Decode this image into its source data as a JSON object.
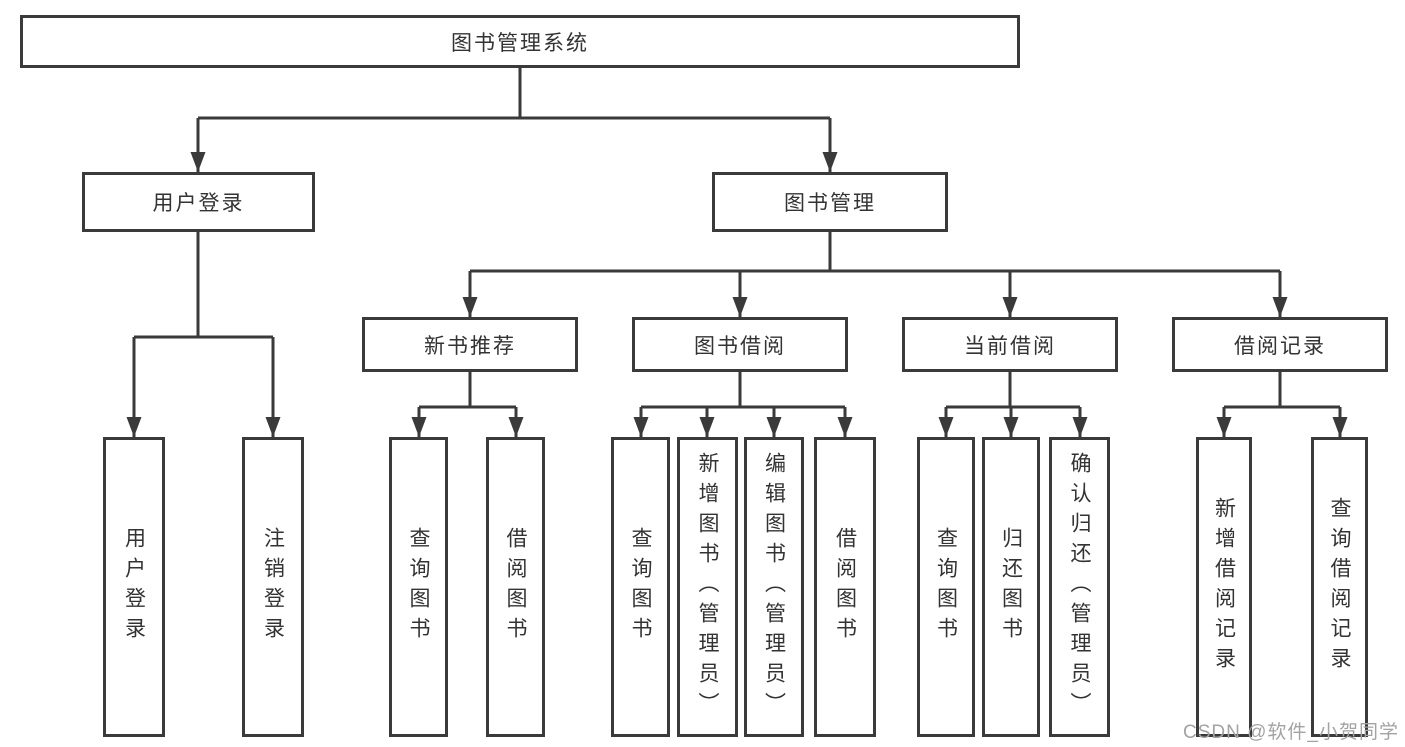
{
  "tree": {
    "root": {
      "label": "图书管理系统"
    },
    "branches": [
      {
        "label": "用户登录",
        "children": [
          {
            "label": "用户登录"
          },
          {
            "label": "注销登录"
          }
        ]
      },
      {
        "label": "图书管理",
        "children": [
          {
            "label": "新书推荐",
            "children": [
              {
                "label": "查询图书"
              },
              {
                "label": "借阅图书"
              }
            ]
          },
          {
            "label": "图书借阅",
            "children": [
              {
                "label": "查询图书"
              },
              {
                "label": "新增图书（管理员）"
              },
              {
                "label": "编辑图书（管理员）"
              },
              {
                "label": "借阅图书"
              }
            ]
          },
          {
            "label": "当前借阅",
            "children": [
              {
                "label": "查询图书"
              },
              {
                "label": "归还图书"
              },
              {
                "label": "确认归还（管理员）"
              }
            ]
          },
          {
            "label": "借阅记录",
            "children": [
              {
                "label": "新增借阅记录"
              },
              {
                "label": "查询借阅记录"
              }
            ]
          }
        ]
      }
    ]
  },
  "watermark": {
    "text": "CSDN @软件_小贺同学"
  },
  "colors": {
    "line": "#3a3a3a",
    "box_border": "#3a3a3a",
    "text": "#333333",
    "background": "#ffffff",
    "watermark": "#a3a3a3"
  }
}
